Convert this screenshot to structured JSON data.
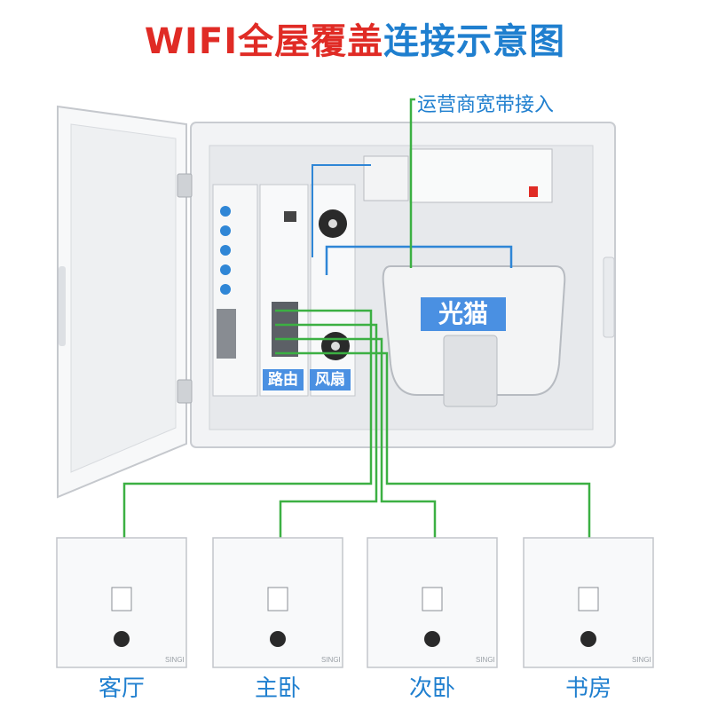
{
  "title": {
    "red_part": "WIFI全屋覆盖",
    "blue_part": "连接示意图"
  },
  "isp_label": "运营商宽带接入",
  "modules": {
    "router_label": "路由",
    "fan_label": "风扇",
    "modem_label": "光猫"
  },
  "rooms": [
    "客厅",
    "主卧",
    "次卧",
    "书房"
  ],
  "brand": "SINGI",
  "colors": {
    "title_red": "#e02b25",
    "accent_blue": "#1f7fcf",
    "wire_green": "#3cb043",
    "tag_blue": "#4a90e2"
  }
}
